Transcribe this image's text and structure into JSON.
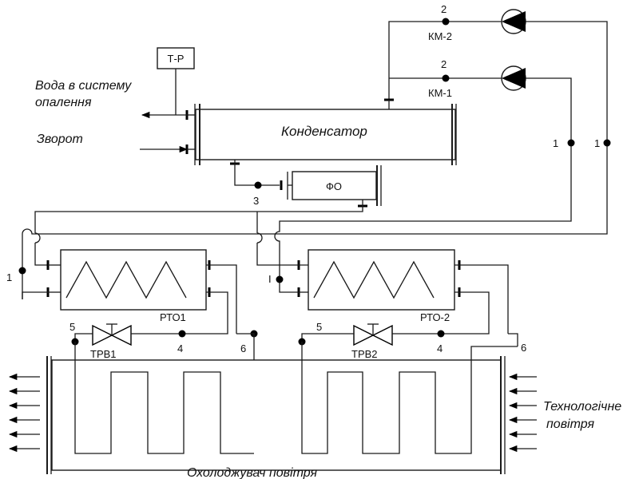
{
  "labels": {
    "water_to_heating_line1": "Вода в систему",
    "water_to_heating_line2": "опалення",
    "return_flow": "Зворот",
    "condenser": "Конденсатор",
    "pressure_relay": "Т-Р",
    "oil_separator": "ФО",
    "compressor_1": "КМ-1",
    "compressor_2": "КМ-2",
    "evaporator_1": "РТО1",
    "evaporator_2": "РТО-2",
    "expansion_valve_1": "ТРВ1",
    "expansion_valve_2": "ТРВ2",
    "air_cooler": "Охолоджувач повітря",
    "process_air_line1": "Технологічне",
    "process_air_line2": "повітря"
  },
  "points": {
    "km2": "2",
    "km1": "2",
    "right_line_1": "1",
    "right_line_2": "1",
    "left_line": "1",
    "mid_line": "I",
    "oil_separator_node": "3",
    "valve1_inlet": "5",
    "valve1_outlet": "4",
    "evap1_out": "6",
    "valve2_inlet": "5",
    "valve2_outlet": "4",
    "evap2_out": "6"
  }
}
